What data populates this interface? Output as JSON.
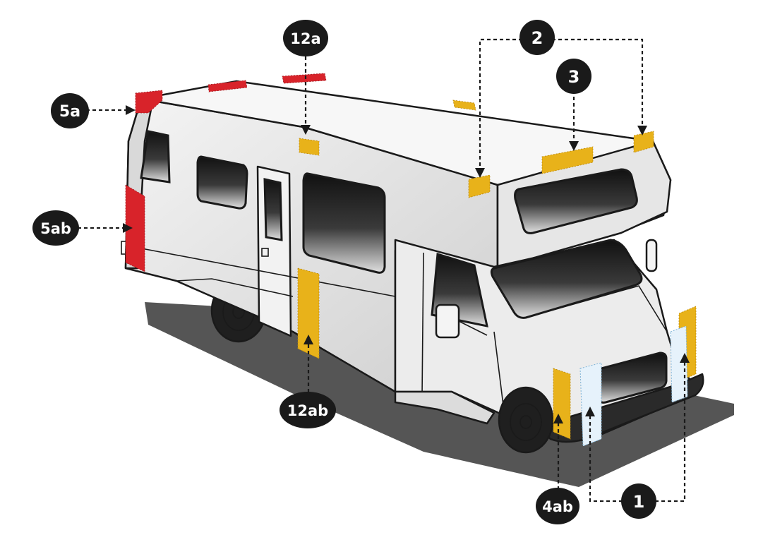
{
  "callouts": [
    {
      "id": "1",
      "label": "1"
    },
    {
      "id": "2",
      "label": "2"
    },
    {
      "id": "3",
      "label": "3"
    },
    {
      "id": "4ab",
      "label": "4ab"
    },
    {
      "id": "5a",
      "label": "5a"
    },
    {
      "id": "5ab",
      "label": "5ab"
    },
    {
      "id": "12a",
      "label": "12a"
    },
    {
      "id": "12ab",
      "label": "12ab"
    }
  ],
  "colors": {
    "yellow_tape": "#e8b21a",
    "red_tape": "#d8232a",
    "white_tape": "#e6f2fb",
    "callout_fill": "#1a1a1a",
    "ground_shadow": "#555555"
  }
}
